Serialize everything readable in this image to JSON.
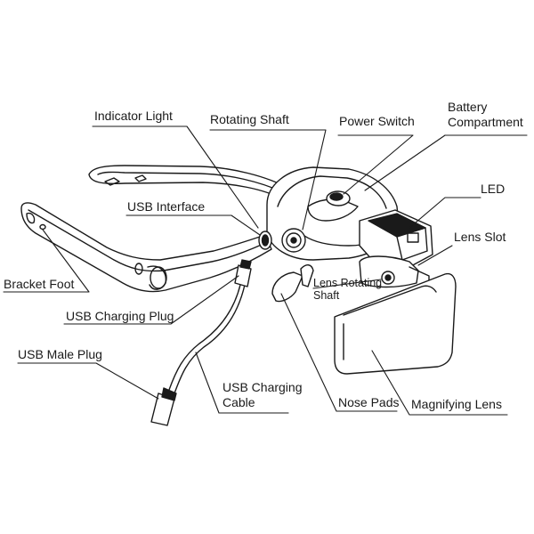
{
  "labels": {
    "indicator_light": "Indicator Light",
    "rotating_shaft": "Rotating Shaft",
    "power_switch": "Power Switch",
    "battery_line1": "Battery",
    "battery_line2": "Compartment",
    "led": "LED",
    "lens_slot": "Lens Slot",
    "usb_interface": "USB Interface",
    "lens_rotating_line1": "Lens Rotating",
    "lens_rotating_line2": "Shaft",
    "bracket_foot": "Bracket Foot",
    "usb_charging_plug": "USB Charging Plug",
    "usb_male_plug": "USB Male Plug",
    "usb_cable_line1": "USB Charging",
    "usb_cable_line2": "Cable",
    "nose_pads": "Nose Pads",
    "magnifying_lens": "Magnifying Lens"
  },
  "colors": {
    "line": "#1a1a1a",
    "background": "#ffffff"
  }
}
